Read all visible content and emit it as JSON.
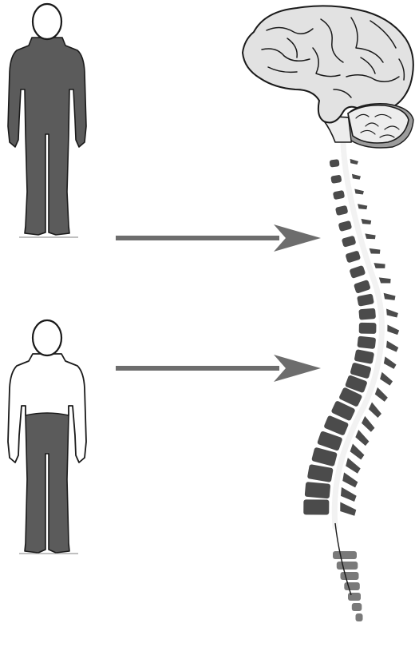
{
  "diagram": {
    "type": "illustration",
    "colors": {
      "background": "#ffffff",
      "outline": "#1a1a1a",
      "fill_dark": "#5b5b5b",
      "fill_white": "#ffffff",
      "arrow": "#6d6d6d",
      "brain": "#e2e2e2",
      "cerebellum": "#ededed",
      "vertebra": "#4b4b4b",
      "sacrum": "#7a7a7a",
      "spinal_cord": "#f2f2f2"
    },
    "figures": [
      {
        "icon": "human-figure-icon",
        "shaded_region": "whole-body-below-head"
      },
      {
        "icon": "human-figure-icon",
        "shaded_region": "lower-body-below-waist"
      }
    ],
    "arrows": [
      {
        "icon": "arrow-right-icon",
        "from": "upper-figure",
        "to": "spinal-column"
      },
      {
        "icon": "arrow-right-icon",
        "from": "lower-figure",
        "to": "spinal-column"
      }
    ],
    "anatomy": {
      "icons": [
        "brain-icon",
        "cerebellum-icon",
        "brainstem-icon",
        "spinal-cord-icon",
        "vertebra-icon",
        "sacrum-icon"
      ],
      "vertebra_count": 24,
      "sacral_segments": 7
    }
  }
}
